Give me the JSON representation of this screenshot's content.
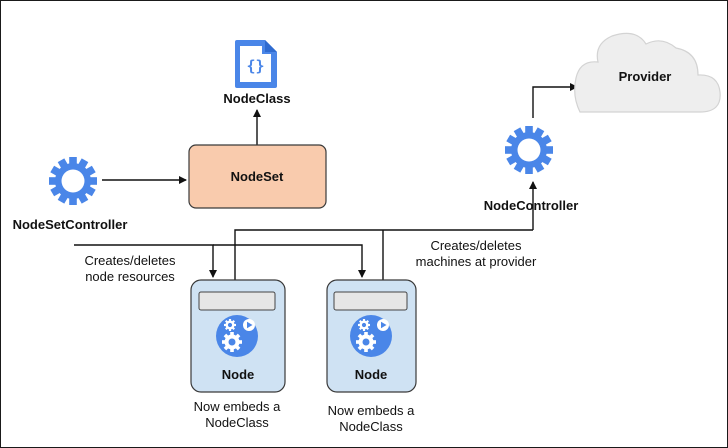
{
  "nodeclass": {
    "label": "NodeClass"
  },
  "nodeset": {
    "label": "NodeSet",
    "fill": "#f9cbad",
    "stroke": "#3a3a3a"
  },
  "provider": {
    "label": "Provider",
    "fill": "#eeeeee"
  },
  "nodeset_controller": {
    "label": "NodeSetController"
  },
  "node_controller": {
    "label": "NodeController"
  },
  "annotations": {
    "left_line1": "Creates/deletes",
    "left_line2": "node resources",
    "right_line1": "Creates/deletes",
    "right_line2": "machines at provider"
  },
  "nodes": [
    {
      "label": "Node",
      "caption_line1": "Now embeds a",
      "caption_line2": "NodeClass"
    },
    {
      "label": "Node",
      "caption_line1": "Now embeds a",
      "caption_line2": "NodeClass"
    }
  ],
  "colors": {
    "gear": "#4a86e8",
    "node_fill": "#cfe2f3",
    "arrow": "#111111"
  },
  "icons": [
    "code-file-icon",
    "gear-icon",
    "cloud-icon",
    "node-gear-icon",
    "play-icon"
  ]
}
